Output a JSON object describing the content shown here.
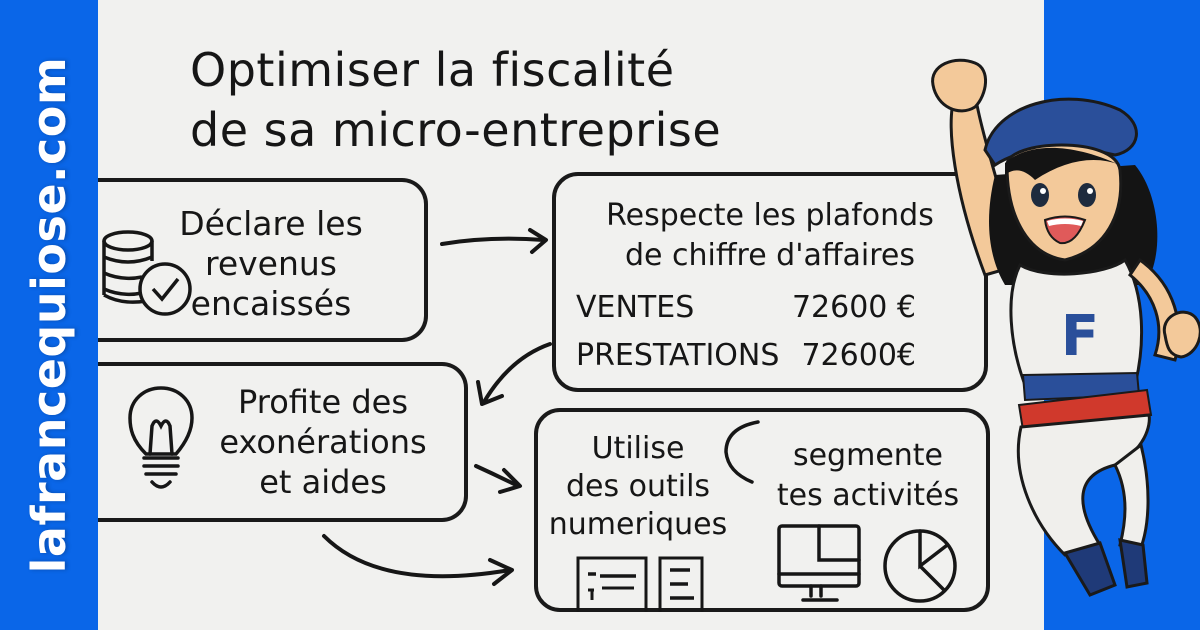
{
  "sidebar": {
    "site_label": "lafrancequiose.com",
    "band_color": "#0a66e8"
  },
  "title": {
    "line1": "Optimiser la fiscalité",
    "line2": "de sa micro-entreprise"
  },
  "steps": {
    "declare": {
      "lines": [
        "Déclare les",
        "revenus",
        "encaissés"
      ],
      "icon": "coins-check-icon"
    },
    "plafonds": {
      "heading_lines": [
        "Respecte les plafonds",
        "de chiffre d'affaires"
      ],
      "rows": [
        {
          "label": "VENTES",
          "value": "72600 €"
        },
        {
          "label": "PRESTATIONS",
          "value": "72600€"
        }
      ]
    },
    "exonerations": {
      "lines": [
        "Profite des",
        "exonérations",
        "et aides"
      ],
      "icon": "lightbulb-icon"
    },
    "outils": {
      "left_lines": [
        "Utilise",
        "des outils",
        "numeriques"
      ],
      "right_lines": [
        "segmente",
        "tes activités"
      ],
      "icons": [
        "document-icon",
        "list-document-icon",
        "monitor-icon",
        "pie-chart-icon"
      ]
    }
  },
  "character": {
    "shirt_letter": "F",
    "colors": {
      "blue": "#2a4f9a",
      "red": "#d0392c",
      "white": "#f0efec",
      "skin": "#f3c99a"
    }
  }
}
